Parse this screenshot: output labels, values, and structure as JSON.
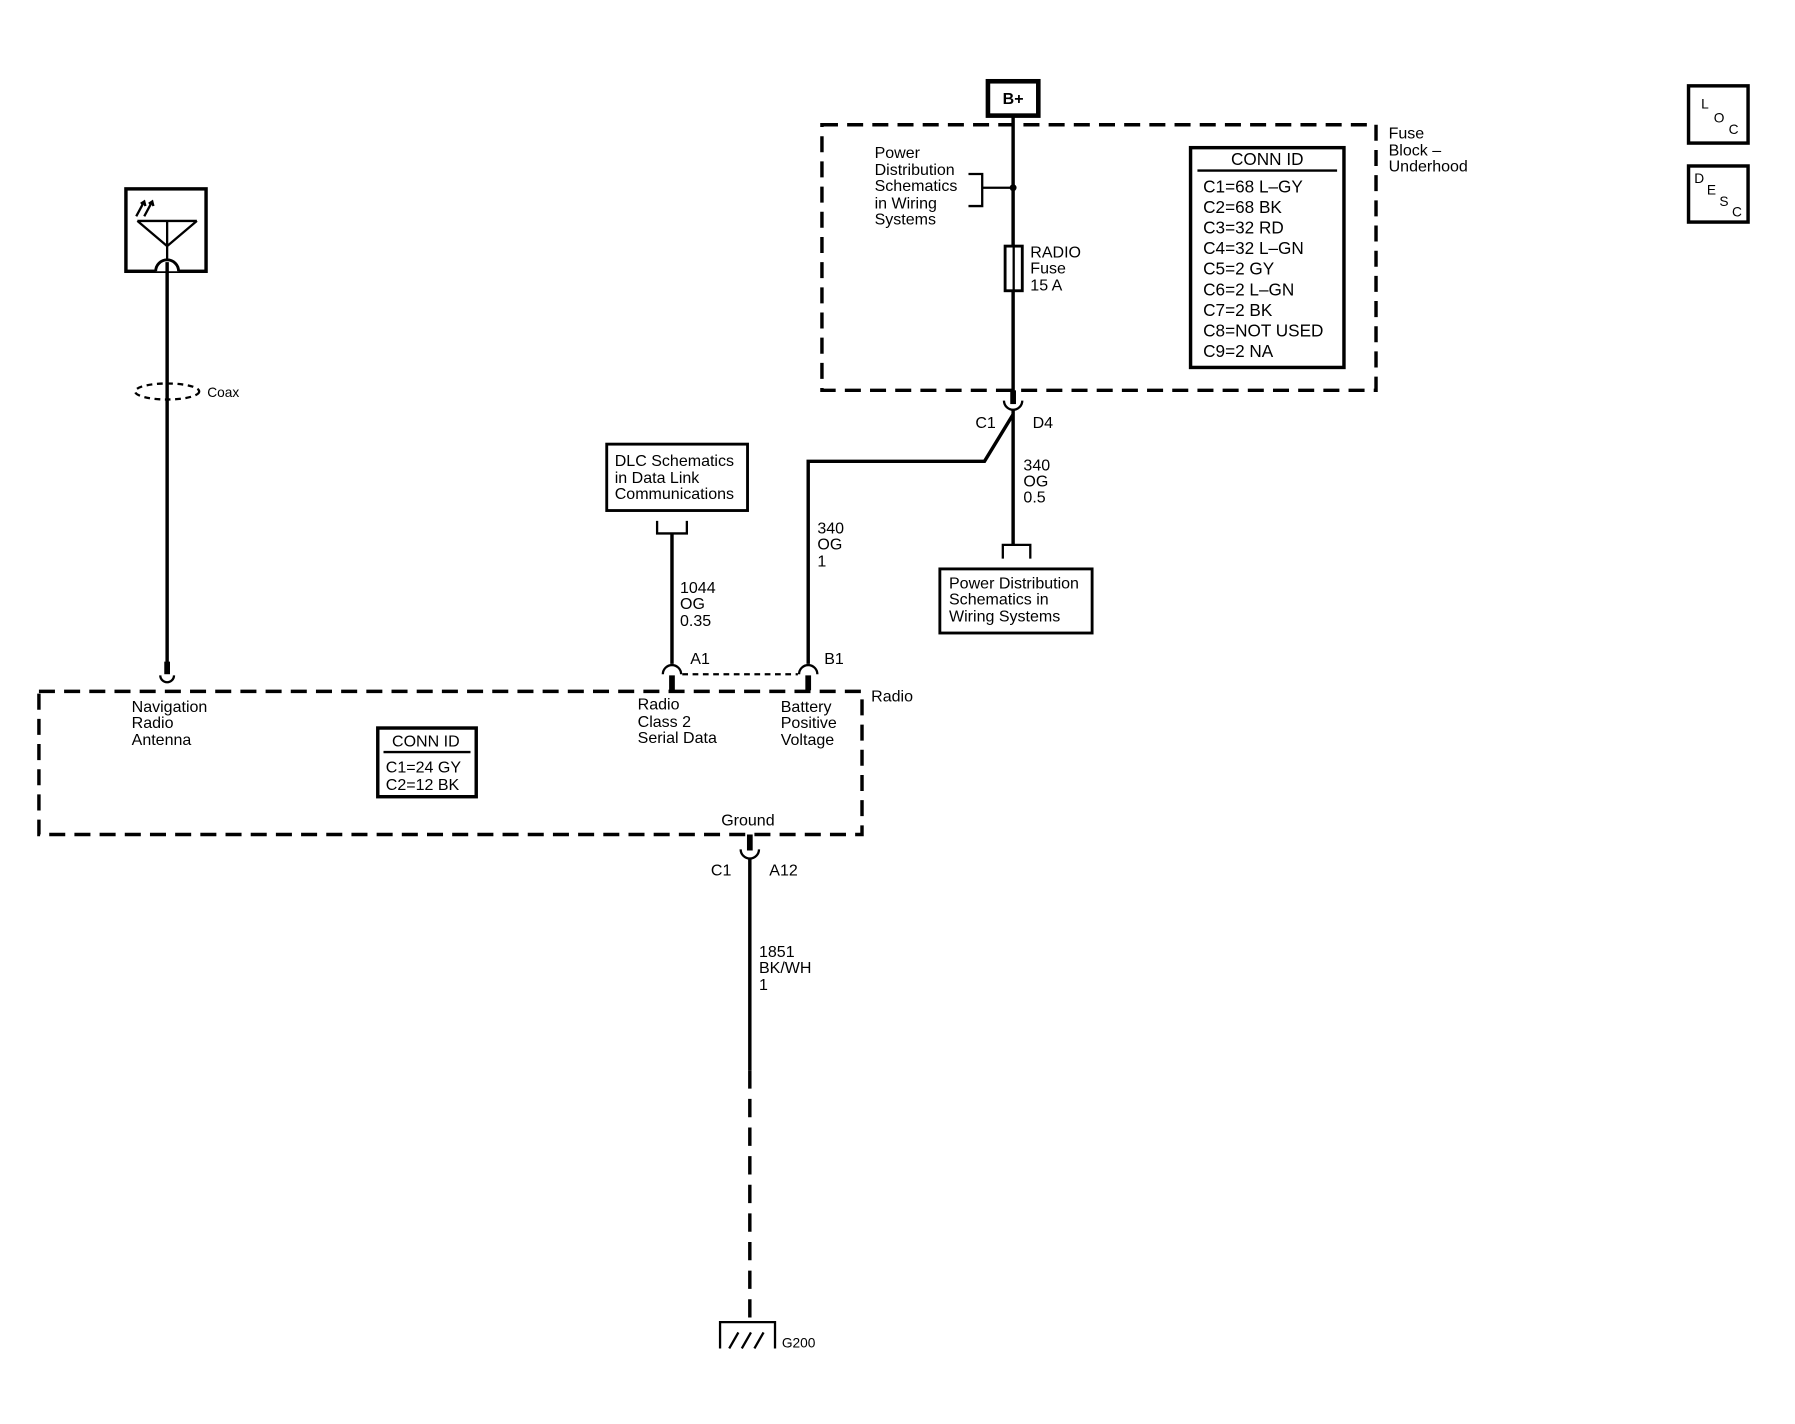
{
  "supply": {
    "label": "B+"
  },
  "fuse_block": {
    "label": [
      "Fuse",
      "Block –",
      "Underhood"
    ],
    "power_ref": [
      "Power",
      "Distribution",
      "Schematics",
      "in Wiring",
      "Systems"
    ],
    "fuse": [
      "RADIO",
      "Fuse",
      "15 A"
    ],
    "conn_id": {
      "title": "CONN ID",
      "items": [
        "C1=68 L–GY",
        "C2=68 BK",
        "C3=32 RD",
        "C4=32 L–GN",
        "C5=2 GY",
        "C6=2 L–GN",
        "C7=2 BK",
        "C8=NOT USED",
        "C9=2 NA"
      ]
    },
    "connector": {
      "left": "C1",
      "right": "D4"
    }
  },
  "wires": {
    "fuse_to_power_ref": [
      "340",
      "OG",
      "0.5"
    ],
    "fuse_to_radio": [
      "340",
      "OG",
      "1"
    ],
    "dlc_to_radio": [
      "1044",
      "OG",
      "0.35"
    ],
    "radio_to_ground": [
      "1851",
      "BK/WH",
      "1"
    ]
  },
  "refs": {
    "power_distribution": [
      "Power Distribution",
      "Schematics in",
      "Wiring Systems"
    ],
    "dlc": [
      "DLC Schematics",
      "in Data Link",
      "Communications"
    ]
  },
  "antenna": {
    "coax_label": "Coax"
  },
  "radio": {
    "label": "Radio",
    "antenna_pin": [
      "Navigation",
      "Radio",
      "Antenna"
    ],
    "serial_data_pin": {
      "pin": "A1",
      "lines": [
        "Radio",
        "Class 2",
        "Serial Data"
      ]
    },
    "battery_pin": {
      "pin": "B1",
      "lines": [
        "Battery",
        "Positive",
        "Voltage"
      ]
    },
    "ground_pin": {
      "label": "Ground",
      "connector_left": "C1",
      "connector_right": "A12"
    },
    "conn_id": {
      "title": "CONN ID",
      "items": [
        "C1=24 GY",
        "C2=12 BK"
      ]
    }
  },
  "ground": {
    "label": "G200"
  },
  "index_buttons": {
    "loc": [
      "L",
      "O",
      "C"
    ],
    "desc": [
      "D",
      "E",
      "S",
      "C"
    ]
  }
}
